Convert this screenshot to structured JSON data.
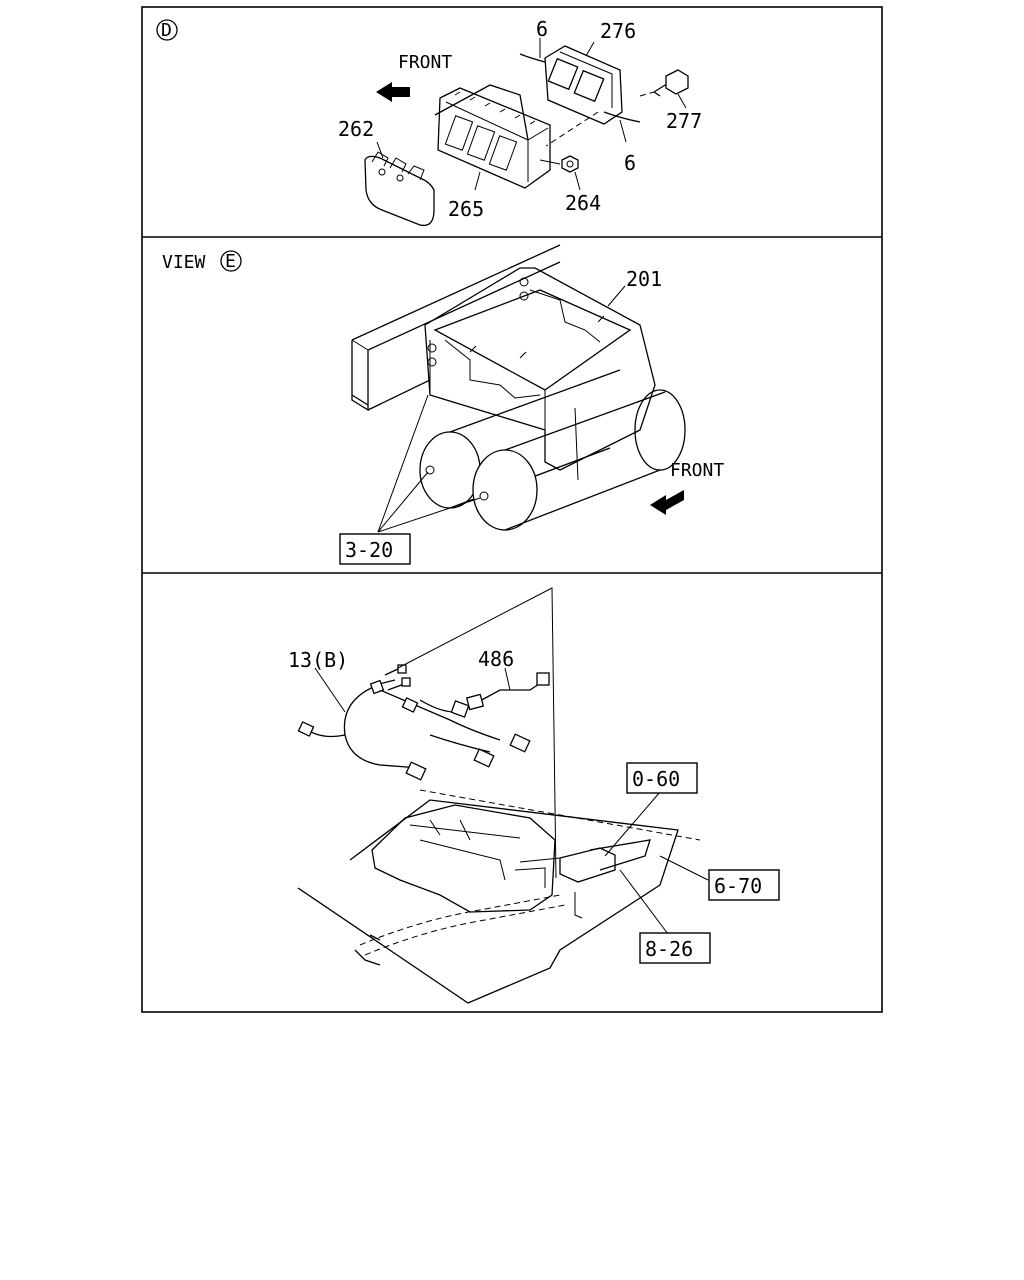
{
  "panel_d": {
    "marker": "D",
    "front_label": "FRONT",
    "part_numbers": {
      "p262": "262",
      "p265": "265",
      "p264": "264",
      "p6_top": "6",
      "p276": "276",
      "p277": "277",
      "p6_bottom": "6"
    }
  },
  "panel_e": {
    "view_label": "VIEW",
    "marker": "E",
    "front_label": "FRONT",
    "part_numbers": {
      "p201": "201"
    },
    "ref_box": "3-20"
  },
  "panel_f": {
    "part_numbers": {
      "p13b": "13(B)",
      "p486": "486"
    },
    "ref_boxes": {
      "r060": "0-60",
      "r670": "6-70",
      "r826": "8-26"
    }
  }
}
